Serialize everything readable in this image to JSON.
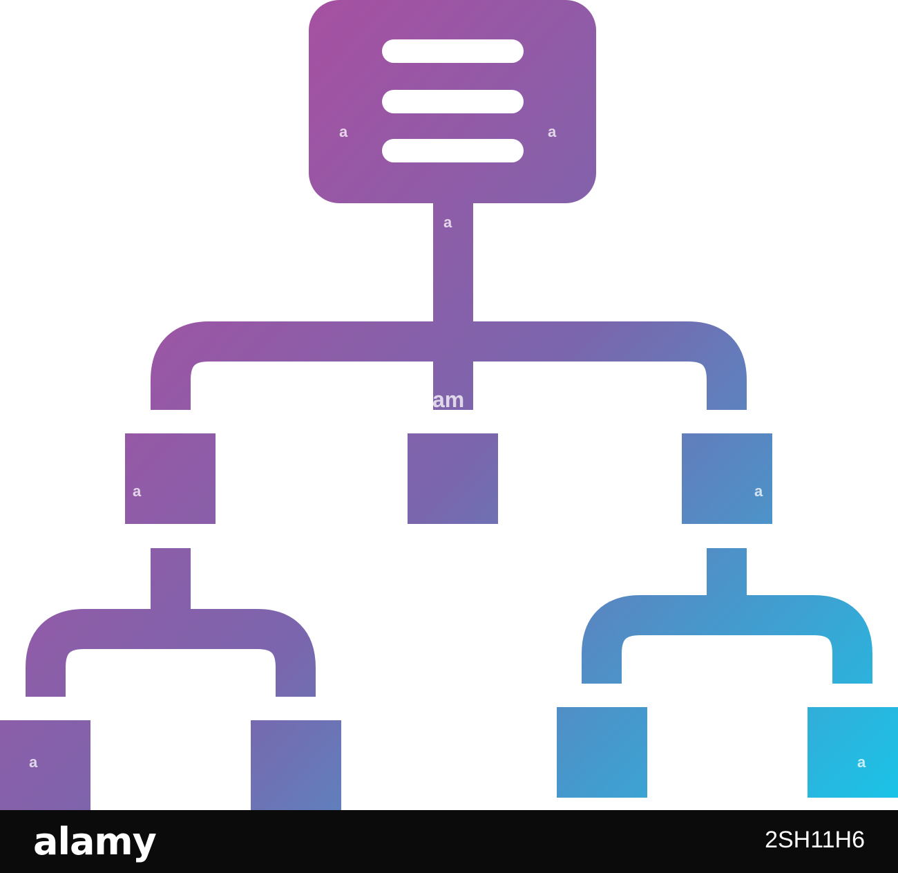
{
  "diagram": {
    "type": "hierarchy",
    "gradient": {
      "from": "#b14b9e",
      "mid": "#7a66ad",
      "to": "#1cc2e6"
    },
    "root": {
      "icon": "document-lines-icon",
      "children": [
        {
          "children": [
            {},
            {}
          ]
        },
        {},
        {
          "children": [
            {},
            {}
          ]
        }
      ]
    }
  },
  "watermark": {
    "letter": "a",
    "word": "am"
  },
  "footer": {
    "logo": "alamy",
    "stock_id": "2SH11H6",
    "background": "#0b0b0b"
  }
}
